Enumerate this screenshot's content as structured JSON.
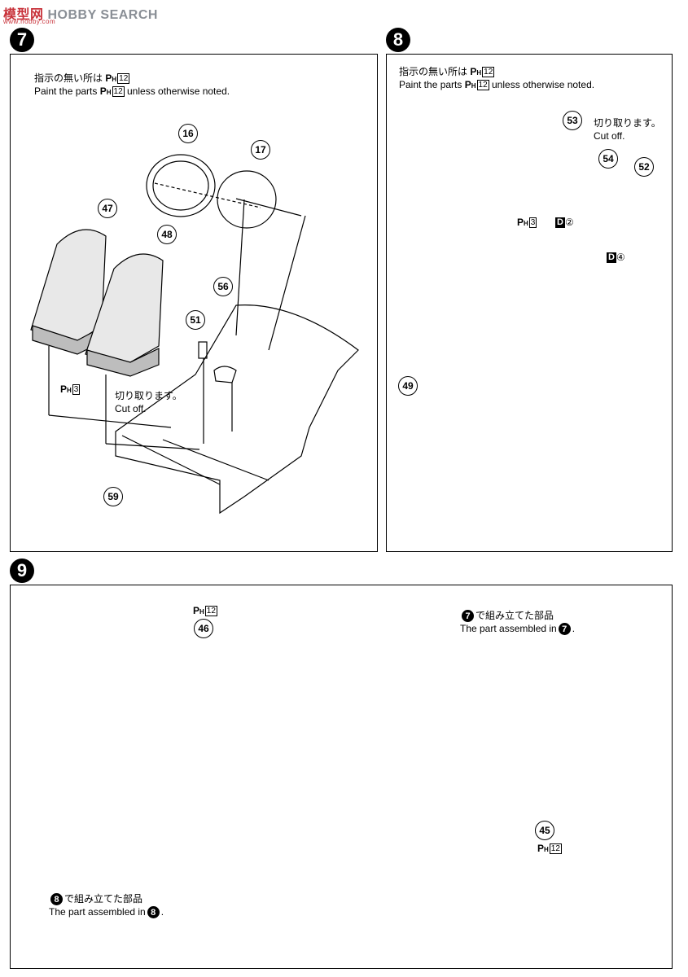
{
  "watermark": {
    "cn": "模型网",
    "site": "HOBBY SEARCH",
    "url": "www.hobby.com"
  },
  "step7": {
    "number": "7",
    "note_jp": "指示の無い所は",
    "note_en": "Paint the parts",
    "note_en2": "unless otherwise noted.",
    "paint_code": "12",
    "parts": [
      "16",
      "17",
      "47",
      "48",
      "56",
      "51",
      "59"
    ],
    "seat_paint": "3",
    "cut_jp": "切り取ります。",
    "cut_en": "Cut off."
  },
  "step8": {
    "number": "8",
    "note_jp": "指示の無い所は",
    "note_en": "Paint the parts",
    "note_en2": "unless otherwise noted.",
    "paint_code": "12",
    "parts": [
      "53",
      "54",
      "52",
      "49"
    ],
    "cut_jp": "切り取ります。",
    "cut_en": "Cut off.",
    "dash_paint": "3",
    "decal_a": "②",
    "decal_b": "④",
    "decal_letter": "D"
  },
  "step9": {
    "number": "9",
    "paint_top": "12",
    "parts": [
      "46",
      "45"
    ],
    "paint_45": "12",
    "assembled7_jp": "で組み立てた部品",
    "assembled7_en": "The part assembled in",
    "assembled7_ref": "7",
    "assembled8_jp": "で組み立てた部品",
    "assembled8_en": "The part assembled in",
    "assembled8_ref": "8"
  }
}
